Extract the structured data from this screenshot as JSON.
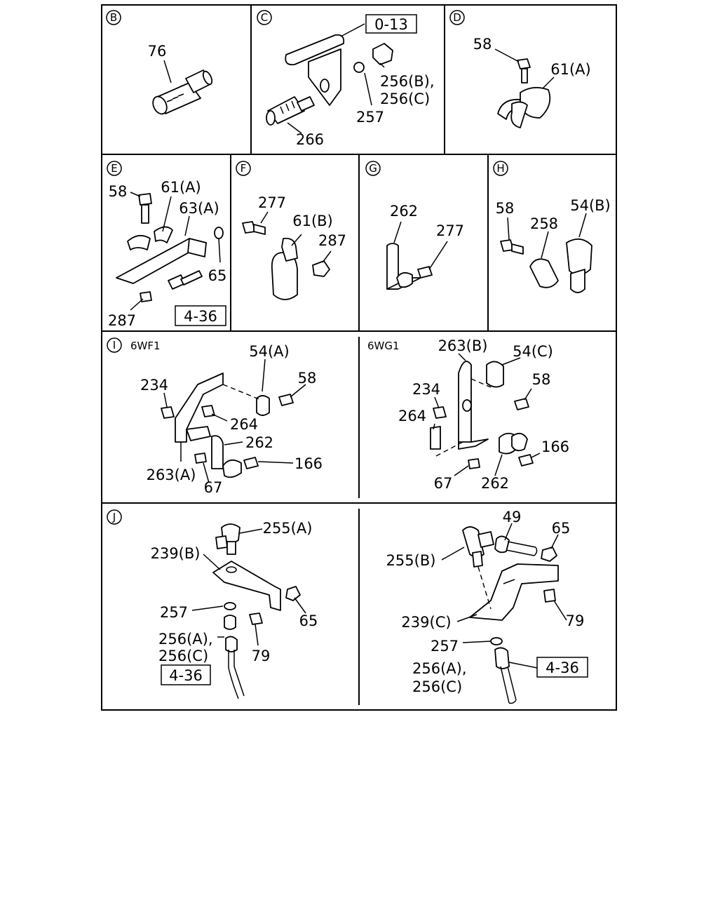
{
  "panels": {
    "b": {
      "letter": "B",
      "labels": [
        "76"
      ]
    },
    "c": {
      "letter": "C",
      "ref": "0-13",
      "labels": [
        "256(B),",
        "256(C)",
        "257",
        "266"
      ]
    },
    "d": {
      "letter": "D",
      "labels": [
        "58",
        "61(A)"
      ]
    },
    "e": {
      "letter": "E",
      "ref": "4-36",
      "labels": [
        "58",
        "61(A)",
        "63(A)",
        "65",
        "287"
      ]
    },
    "f": {
      "letter": "F",
      "labels": [
        "277",
        "61(B)",
        "287"
      ]
    },
    "g": {
      "letter": "G",
      "labels": [
        "262",
        "277"
      ]
    },
    "h": {
      "letter": "H",
      "labels": [
        "58",
        "258",
        "54(B)"
      ]
    },
    "i_left": {
      "letter": "I",
      "variant": "6WF1",
      "labels": [
        "234",
        "54(A)",
        "58",
        "264",
        "262",
        "166",
        "263(A)",
        "67"
      ]
    },
    "i_right": {
      "variant": "6WG1",
      "labels": [
        "263(B)",
        "54(C)",
        "58",
        "234",
        "264",
        "166",
        "67",
        "262"
      ]
    },
    "j_left": {
      "letter": "J",
      "ref": "4-36",
      "labels": [
        "255(A)",
        "239(B)",
        "257",
        "65",
        "256(A),",
        "256(C)",
        "79"
      ]
    },
    "j_right": {
      "ref": "4-36",
      "labels": [
        "49",
        "65",
        "255(B)",
        "239(C)",
        "79",
        "257",
        "256(A),",
        "256(C)"
      ]
    }
  }
}
